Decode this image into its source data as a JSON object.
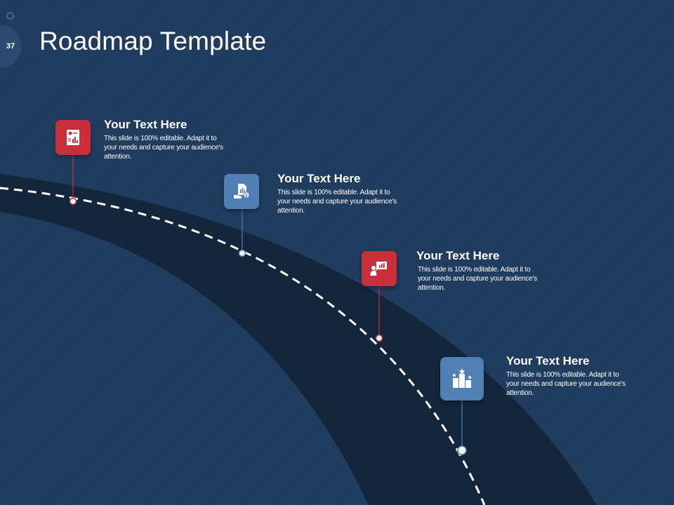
{
  "slide": {
    "number": "37",
    "title": "Roadmap Template"
  },
  "colors": {
    "background": "#1e3a5c",
    "road": "#13263a",
    "red": "#c9303c",
    "blue": "#4f7fb3"
  },
  "milestones": [
    {
      "title": "Your Text Here",
      "description": "This slide is 100% editable. Adapt it to your needs and capture your audience's attention.",
      "icon": "report-chart-icon",
      "color": "red"
    },
    {
      "title": "Your Text Here",
      "description": "This slide is 100% editable. Adapt it to your needs and capture your audience's attention.",
      "icon": "finance-document-icon",
      "color": "blue"
    },
    {
      "title": "Your Text Here",
      "description": "This slide is 100% editable. Adapt it to your needs and capture your audience's attention.",
      "icon": "presentation-board-icon",
      "color": "red"
    },
    {
      "title": "Your Text Here",
      "description": "This slide is 100% editable. Adapt it to your needs and capture your audience's attention.",
      "icon": "podium-stars-icon",
      "color": "blue"
    }
  ]
}
